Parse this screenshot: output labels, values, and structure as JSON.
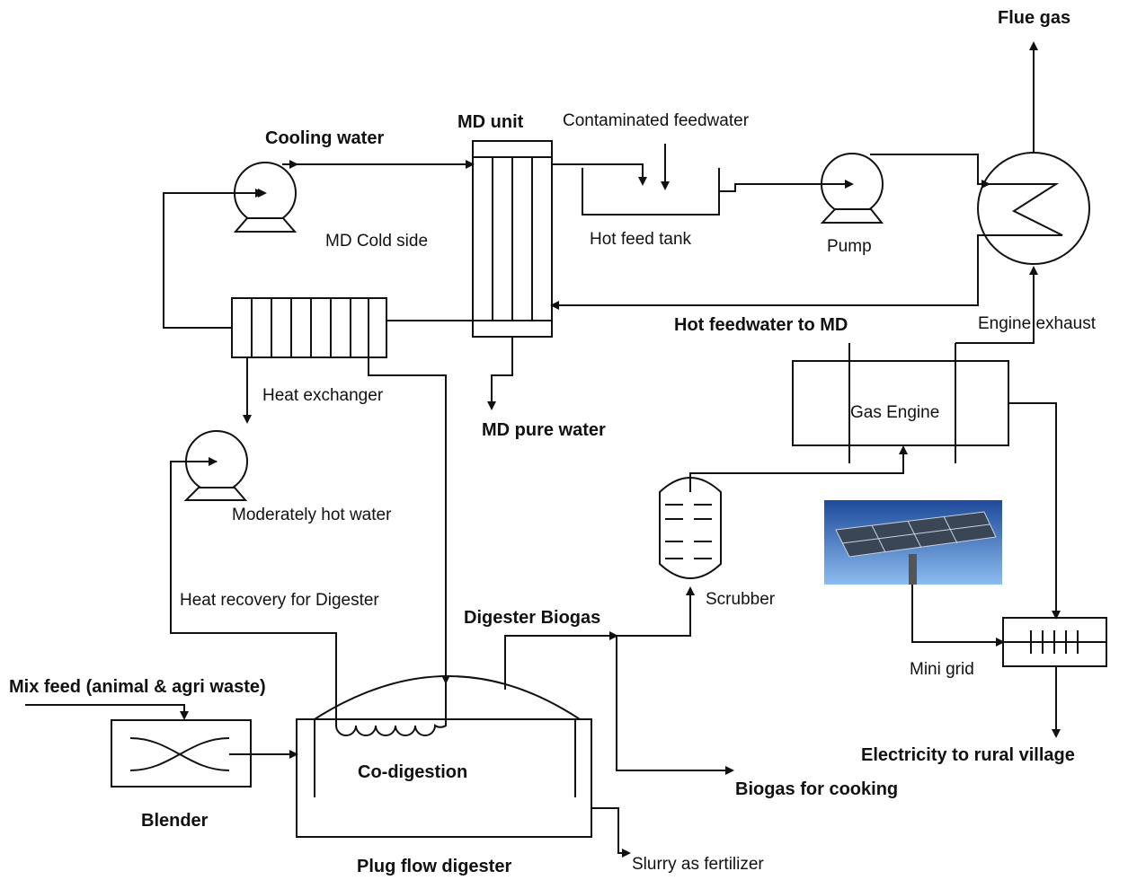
{
  "labels": {
    "flue_gas": "Flue gas",
    "md_unit": "MD unit",
    "contaminated_feedwater": "Contaminated feedwater",
    "cooling_water": "Cooling water",
    "md_cold_side": "MD Cold side",
    "hot_feed_tank": "Hot feed tank",
    "pump": "Pump",
    "hot_feedwater_to_md": "Hot feedwater to MD",
    "engine_exhaust": "Engine exhaust",
    "heat_exchanger": "Heat exchanger",
    "md_pure_water": "MD pure water",
    "gas_engine": "Gas Engine",
    "moderately_hot_water": "Moderately hot water",
    "scrubber": "Scrubber",
    "heat_recovery_for_digester": "Heat recovery for Digester",
    "digester_biogas": "Digester Biogas",
    "mix_feed": "Mix feed (animal & agri waste)",
    "mini_grid": "Mini grid",
    "co_digestion": "Co-digestion",
    "electricity_to_rural_village": "Electricity to rural village",
    "biogas_for_cooking": "Biogas for cooking",
    "blender": "Blender",
    "plug_flow_digester": "Plug flow digester",
    "slurry_as_fertilizer": "Slurry as fertilizer"
  },
  "colors": {
    "line": "#111111",
    "solar_sky_top": "#1e4a9a",
    "solar_sky_bottom": "#7eb0e8",
    "solar_panel": "#3a4556"
  }
}
